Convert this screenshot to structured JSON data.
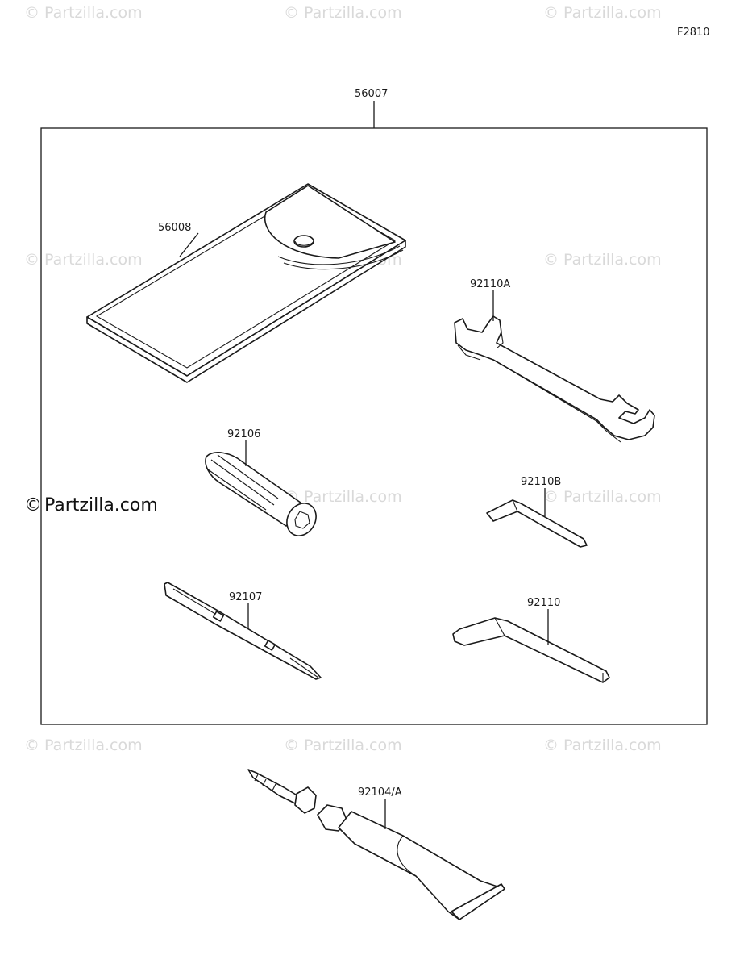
{
  "figure_code": "F2810",
  "watermark_text": "© Partzilla.com",
  "main_watermark": {
    "symbol": "©",
    "text": "Partzilla.com"
  },
  "kit_label": "56007",
  "parts": {
    "pouch": "56008",
    "wrench": "92110A",
    "socket": "92106",
    "hex_small": "92110B",
    "screwdriver": "92107",
    "hex_large": "92110",
    "grease": "92104/A"
  }
}
